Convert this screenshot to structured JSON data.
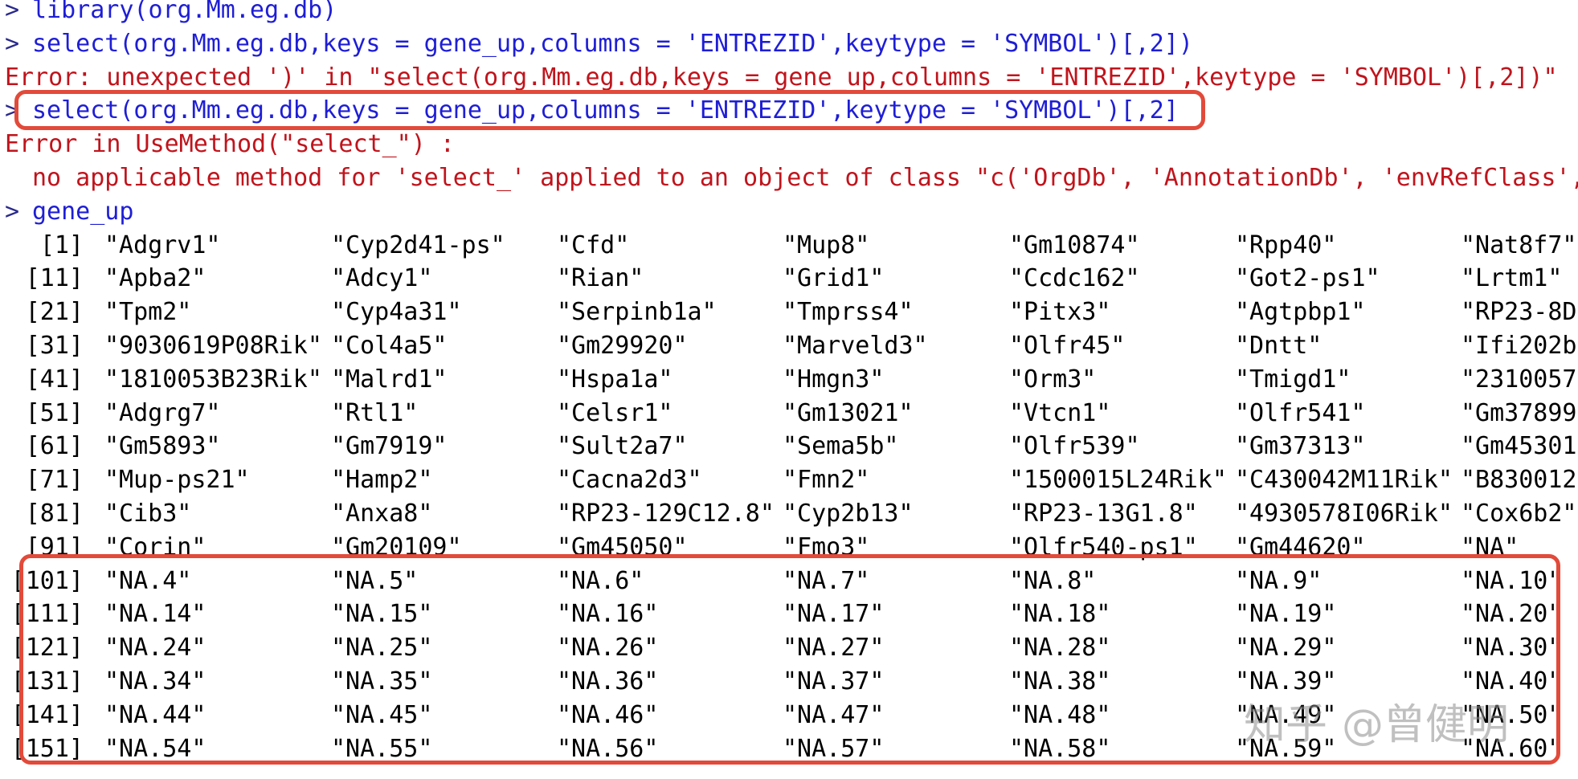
{
  "console": {
    "prompt_symbol": ">",
    "lines": [
      {
        "kind": "cmd",
        "text": "library(org.Mm.eg.db)"
      },
      {
        "kind": "cmd",
        "text": "select(org.Mm.eg.db,keys = gene_up,columns = 'ENTREZID',keytype = 'SYMBOL')[,2])"
      },
      {
        "kind": "err",
        "text": "Error: unexpected ')' in \"select(org.Mm.eg.db,keys = gene_up,columns = 'ENTREZID',keytype = 'SYMBOL')[,2])\""
      },
      {
        "kind": "cmd",
        "text": "select(org.Mm.eg.db,keys = gene_up,columns = 'ENTREZID',keytype = 'SYMBOL')[,2]"
      },
      {
        "kind": "err",
        "text": "Error in UseMethod(\"select_\") :"
      },
      {
        "kind": "err-indent",
        "text": "no applicable method for 'select_' applied to an object of class \"c('OrgDb', 'AnnotationDb', 'envRefClass', '"
      },
      {
        "kind": "cmd",
        "text": "gene_up"
      }
    ],
    "output_rows": [
      {
        "index": "[1]",
        "values": [
          "\"Adgrv1\"",
          "\"Cyp2d41-ps\"",
          "\"Cfd\"",
          "\"Mup8\"",
          "\"Gm10874\"",
          "\"Rpp40\"",
          "\"Nat8f7\""
        ]
      },
      {
        "index": "[11]",
        "values": [
          "\"Apba2\"",
          "\"Adcy1\"",
          "\"Rian\"",
          "\"Grid1\"",
          "\"Ccdc162\"",
          "\"Got2-ps1\"",
          "\"Lrtm1\""
        ]
      },
      {
        "index": "[21]",
        "values": [
          "\"Tpm2\"",
          "\"Cyp4a31\"",
          "\"Serpinb1a\"",
          "\"Tmprss4\"",
          "\"Pitx3\"",
          "\"Agtpbp1\"",
          "\"RP23-8D"
        ]
      },
      {
        "index": "[31]",
        "values": [
          "\"9030619P08Rik\"",
          "\"Col4a5\"",
          "\"Gm29920\"",
          "\"Marveld3\"",
          "\"Olfr45\"",
          "\"Dntt\"",
          "\"Ifi202b"
        ]
      },
      {
        "index": "[41]",
        "values": [
          "\"1810053B23Rik\"",
          "\"Malrd1\"",
          "\"Hspa1a\"",
          "\"Hmgn3\"",
          "\"Orm3\"",
          "\"Tmigd1\"",
          "\"2310057J"
        ]
      },
      {
        "index": "[51]",
        "values": [
          "\"Adgrg7\"",
          "\"Rtl1\"",
          "\"Celsr1\"",
          "\"Gm13021\"",
          "\"Vtcn1\"",
          "\"Olfr541\"",
          "\"Gm37899"
        ]
      },
      {
        "index": "[61]",
        "values": [
          "\"Gm5893\"",
          "\"Gm7919\"",
          "\"Sult2a7\"",
          "\"Sema5b\"",
          "\"Olfr539\"",
          "\"Gm37313\"",
          "\"Gm45301"
        ]
      },
      {
        "index": "[71]",
        "values": [
          "\"Mup-ps21\"",
          "\"Hamp2\"",
          "\"Cacna2d3\"",
          "\"Fmn2\"",
          "\"1500015L24Rik\"",
          "\"C430042M11Rik\"",
          "\"B830012"
        ]
      },
      {
        "index": "[81]",
        "values": [
          "\"Cib3\"",
          "\"Anxa8\"",
          "\"RP23-129C12.8\"",
          "\"Cyp2b13\"",
          "\"RP23-13G1.8\"",
          "\"4930578I06Rik\"",
          "\"Cox6b2\""
        ]
      },
      {
        "index": "[91]",
        "values": [
          "\"Corin\"",
          "\"Gm20109\"",
          "\"Gm45050\"",
          "\"Fmo3\"",
          "\"Olfr540-ps1\"",
          "\"Gm44620\"",
          "\"NA\""
        ]
      },
      {
        "index": "[101]",
        "values": [
          "\"NA.4\"",
          "\"NA.5\"",
          "\"NA.6\"",
          "\"NA.7\"",
          "\"NA.8\"",
          "\"NA.9\"",
          "\"NA.10\""
        ]
      },
      {
        "index": "[111]",
        "values": [
          "\"NA.14\"",
          "\"NA.15\"",
          "\"NA.16\"",
          "\"NA.17\"",
          "\"NA.18\"",
          "\"NA.19\"",
          "\"NA.20\""
        ]
      },
      {
        "index": "[121]",
        "values": [
          "\"NA.24\"",
          "\"NA.25\"",
          "\"NA.26\"",
          "\"NA.27\"",
          "\"NA.28\"",
          "\"NA.29\"",
          "\"NA.30\""
        ]
      },
      {
        "index": "[131]",
        "values": [
          "\"NA.34\"",
          "\"NA.35\"",
          "\"NA.36\"",
          "\"NA.37\"",
          "\"NA.38\"",
          "\"NA.39\"",
          "\"NA.40\""
        ]
      },
      {
        "index": "[141]",
        "values": [
          "\"NA.44\"",
          "\"NA.45\"",
          "\"NA.46\"",
          "\"NA.47\"",
          "\"NA.48\"",
          "\"NA.49\"",
          "\"NA.50\""
        ]
      },
      {
        "index": "[151]",
        "values": [
          "\"NA.54\"",
          "\"NA.55\"",
          "\"NA.56\"",
          "\"NA.57\"",
          "\"NA.58\"",
          "\"NA.59\"",
          "\"NA.60\""
        ]
      }
    ]
  },
  "watermark": {
    "logo_text": "知乎",
    "author": "@曾健明"
  },
  "colors": {
    "command": "#1e1ed6",
    "error": "#c0141c",
    "output": "#000000",
    "highlight": "#e24a3a"
  }
}
